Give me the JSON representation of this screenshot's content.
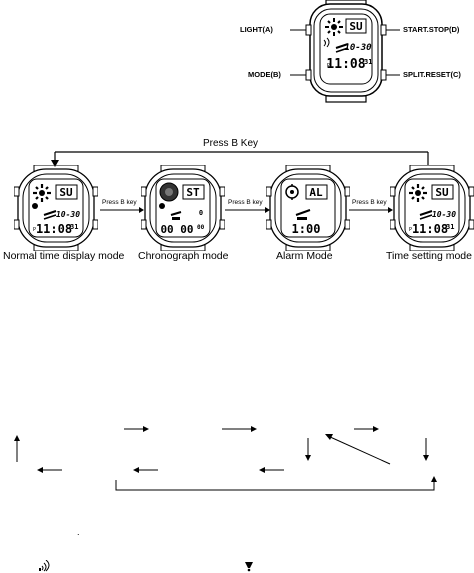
{
  "top_watch": {
    "labels": {
      "light": "LIGHT(A)",
      "start_stop": "START.STOP(D)",
      "mode": "MODE(B)",
      "split_reset": "SPLIT.RESET(C)"
    },
    "display": {
      "day": "SU",
      "date": "10-30",
      "time": "11:08",
      "seconds": "31",
      "pm": "P"
    }
  },
  "mode_cycle": {
    "top_label": "Press  B Key",
    "press_label": "Press B key",
    "modes": [
      {
        "caption": "Normal time display mode",
        "day": "SU",
        "date": "10-30",
        "time": "11:08",
        "seconds": "31",
        "pm": "P"
      },
      {
        "caption": "Chronograph mode",
        "tag": "ST",
        "time": "00 00",
        "sub": "00",
        "lap": "0"
      },
      {
        "caption": "Alarm Mode",
        "tag": "AL",
        "time": "1:00"
      },
      {
        "caption": "Time setting mode",
        "day": "SU",
        "date": "10-30",
        "time": "11:08",
        "seconds": "31",
        "pm": "P"
      }
    ]
  },
  "bottom_marks": {
    "dot": "."
  }
}
